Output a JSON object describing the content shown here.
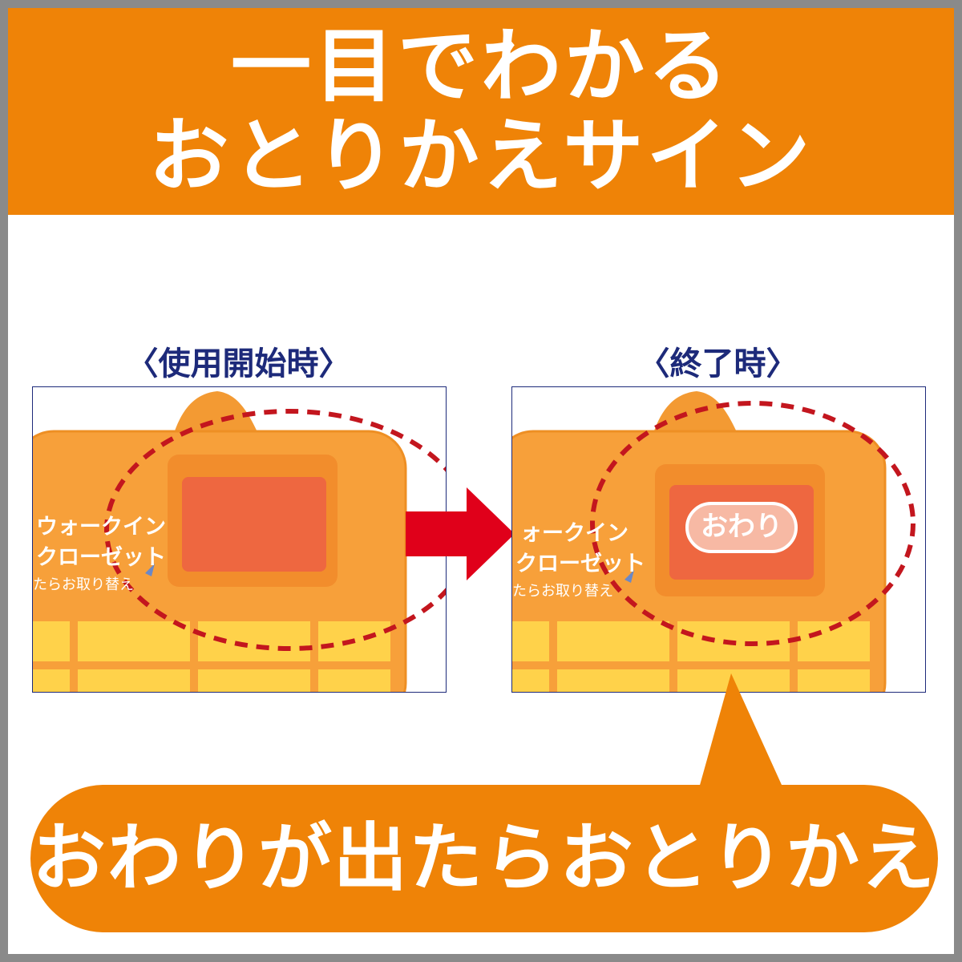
{
  "header": {
    "line1": "一目でわかる",
    "line2": "おとりかえサイン"
  },
  "before": {
    "caption": "〈使用開始時〉",
    "product_line1": "ウォークイン",
    "product_line2": "クローゼット",
    "product_line3": "たらお取り替え"
  },
  "after": {
    "caption": "〈終了時〉",
    "product_line1": "ォークイン",
    "product_line2": "クローゼット",
    "product_line3": "たらお取り替え",
    "indicator_text": "おわり"
  },
  "bubble": {
    "text": "おわりが出たらおとりかえ"
  },
  "colors": {
    "brand_orange": "#ef8307",
    "navy": "#1d2a7a",
    "arrow_red": "#e0001a",
    "dashed_circle": "#c3161e",
    "product_body": "#f7a03a",
    "indicator": "#ee6740"
  }
}
